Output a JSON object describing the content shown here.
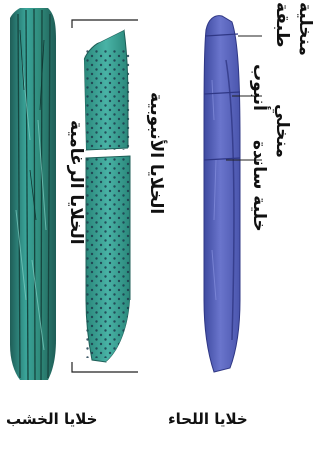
{
  "labels": {
    "xylem_cells": "خلايا الخشب",
    "bark_cells": "خلايا اللحاء",
    "fiber_cells": "الخلايا الرغامية",
    "tracheid_cells": "الخلايا الأنبوبية",
    "companion_cell": "خلية ساندة",
    "sieve_tube": "أنبوب",
    "sieve_plate": "طبقة",
    "sieve_plate_2": "منخلية",
    "sieve_tube_2": "منخلي"
  },
  "colors": {
    "xylem_green": "#2f8a7a",
    "xylem_dark": "#1f5d57",
    "vessel_teal": "#3aa59a",
    "phloem_blue": "#5b66bf",
    "phloem_dark": "#3e4aa0",
    "dots": "#1d3b4c"
  },
  "icons": {
    "xylem": "xylem-fiber-bundle",
    "vessel": "vessel-element-tube",
    "phloem": "sieve-tube-element"
  }
}
